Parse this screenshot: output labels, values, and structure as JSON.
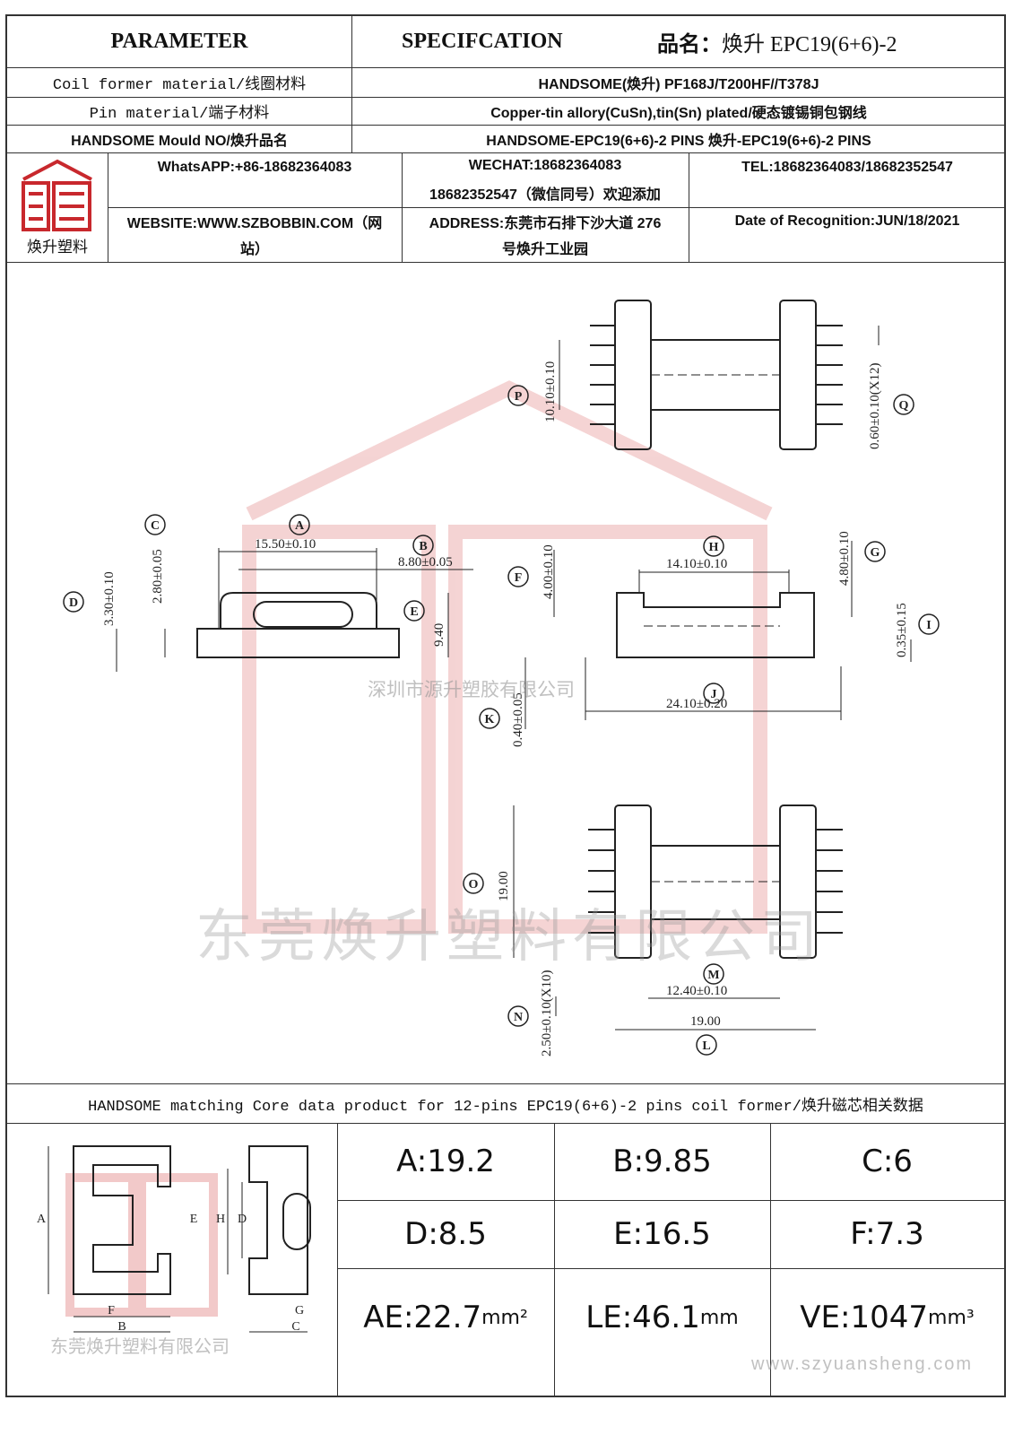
{
  "header": {
    "parameter": "PARAMETER",
    "specification": "SPECIFCATION",
    "product_name_label": "品名：",
    "product_name_value": "焕升 EPC19(6+6)-2"
  },
  "rows": {
    "coil_label": "Coil former material/线圈材料",
    "coil_value": "HANDSOME(焕升)   PF168J/T200HF//T378J",
    "pin_label": "Pin material/端子材料",
    "pin_value": "Copper-tin allory(CuSn),tin(Sn) plated/硬态镀锡铜包钢线",
    "mould_label": "HANDSOME Mould NO/焕升品名",
    "mould_value": "HANDSOME-EPC19(6+6)-2 PINS    焕升-EPC19(6+6)-2 PINS"
  },
  "contact": {
    "logo_caption": "焕升塑料",
    "whatsapp": "WhatsAPP:+86-18682364083",
    "wechat_line1": "WECHAT:18682364083",
    "wechat_line2": "18682352547（微信同号）欢迎添加",
    "tel": "TEL:18682364083/18682352547",
    "website_line1": "WEBSITE:WWW.SZBOBBIN.COM（网",
    "website_line2": "站）",
    "address_line1": "ADDRESS:东莞市石排下沙大道 276",
    "address_line2": "号焕升工业园",
    "date": "Date of Recognition:JUN/18/2021"
  },
  "drawing": {
    "watermark_main": "东莞焕升塑料有限公司",
    "watermark_small": "深圳市源升塑胶有限公司",
    "dims": {
      "P": "10.10±0.10",
      "Q": "0.60±0.10(X12)",
      "A": "15.50±0.10",
      "B": "8.80±0.05",
      "C": "2.80±0.05",
      "D": "3.30±0.10",
      "E": "9.40",
      "H": "14.10±0.10",
      "F": "4.00±0.10",
      "G": "4.80±0.10",
      "I": "0.35±0.15",
      "J": "24.10±0.20",
      "K": "0.40±0.05",
      "O": "19.00",
      "M": "12.40±0.10",
      "L": "19.00",
      "N": "2.50±0.10(X10)"
    },
    "letters": [
      "P",
      "Q",
      "A",
      "B",
      "C",
      "D",
      "E",
      "F",
      "G",
      "H",
      "I",
      "J",
      "K",
      "L",
      "M",
      "N",
      "O"
    ]
  },
  "core": {
    "title": "HANDSOME matching Core data  product for 12-pins EPC19(6+6)-2 pins coil former/焕升磁芯相关数据",
    "letters": [
      "A",
      "E",
      "H",
      "D",
      "F",
      "B",
      "C",
      "G"
    ],
    "watermark": "东莞焕升塑料有限公司",
    "values": {
      "A": "A:19.2",
      "B": "B:9.85",
      "C": "C:6",
      "D": "D:8.5",
      "E": "E:16.5",
      "F": "F:7.3",
      "AE": "AE:22.7",
      "AE_unit": "mm²",
      "LE": "LE:46.1",
      "LE_unit": "mm",
      "VE": "VE:1047",
      "VE_unit": "mm³"
    },
    "website_watermark": "www.szyuansheng.com"
  },
  "colors": {
    "logo_red": "#c8282d",
    "watermark_red": "#f2c9c9",
    "line": "#333333"
  }
}
